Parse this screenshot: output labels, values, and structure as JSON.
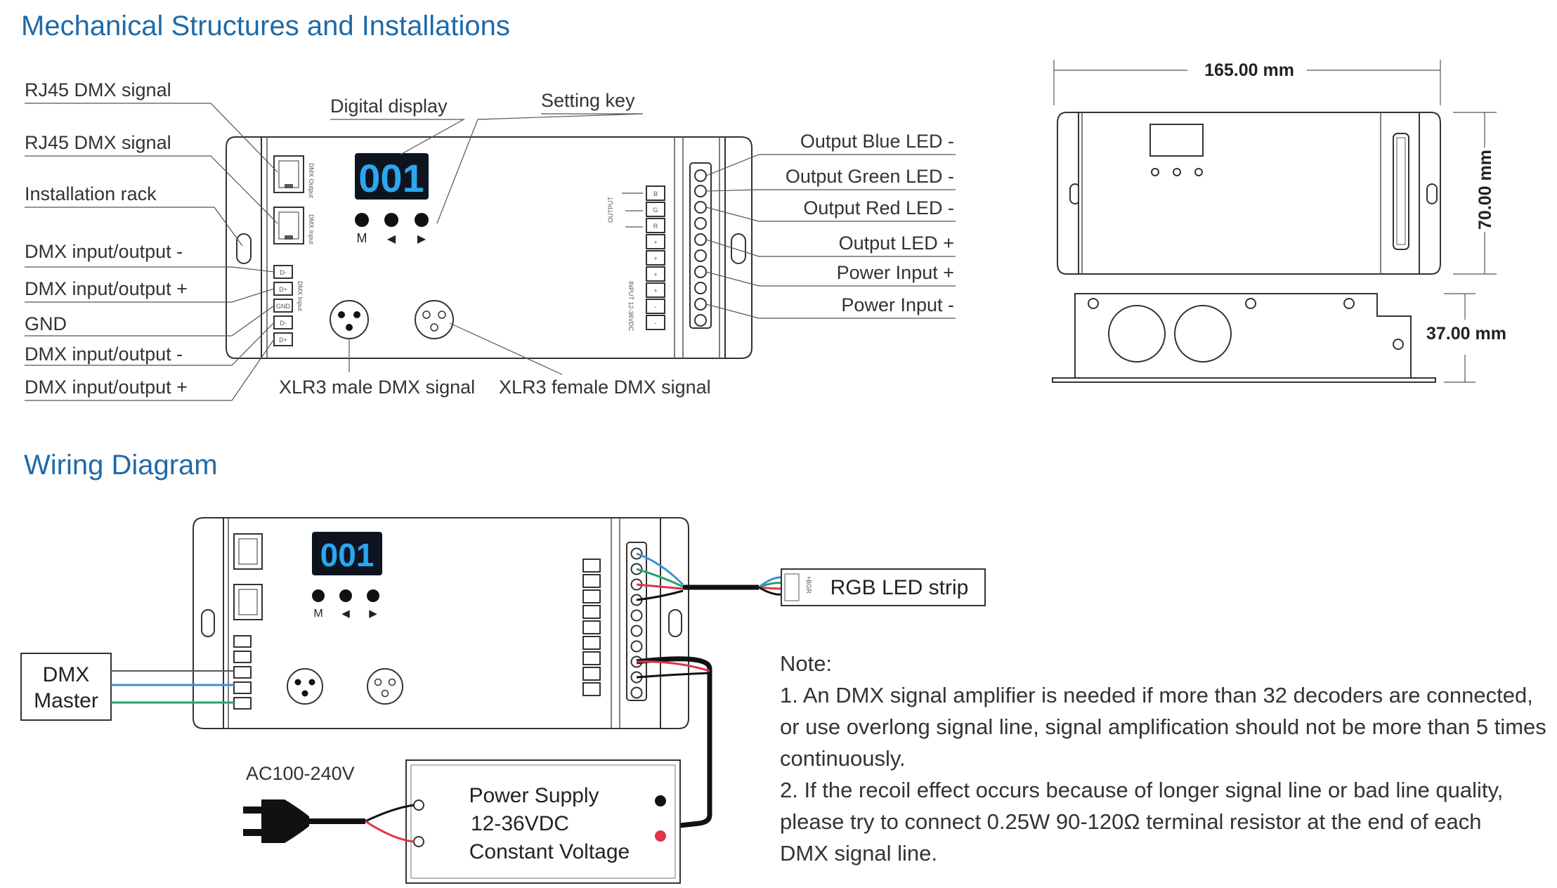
{
  "sections": {
    "mechanical_title": "Mechanical Structures and Installations",
    "wiring_title": "Wiring Diagram"
  },
  "callouts_left": [
    "RJ45 DMX signal",
    "RJ45 DMX signal",
    "Installation rack",
    "DMX input/output -",
    "DMX input/output +",
    "GND",
    "DMX input/output -",
    "DMX input/output +"
  ],
  "callouts_top": {
    "digital_display": "Digital display",
    "setting_key": "Setting key"
  },
  "callouts_right": [
    "Output Blue LED -",
    "Output Green LED -",
    "Output Red LED -",
    "Output LED +",
    "Power Input +",
    "Power Input -"
  ],
  "callouts_bottom": {
    "xlr_male": "XLR3 male DMX signal",
    "xlr_female": "XLR3 female DMX signal"
  },
  "display": {
    "digits": "001",
    "key_labels": [
      "M",
      "◀",
      "▶"
    ]
  },
  "terminal_labels": {
    "output_block": [
      "B",
      "G",
      "R",
      "+"
    ],
    "input_block": [
      "+",
      "+",
      "-",
      "-"
    ],
    "dmx_block": [
      "D-",
      "D+",
      "GND",
      "D-",
      "D+"
    ],
    "output_side_text": "OUTPUT",
    "input_side_text": "INPUT 12-36VDC",
    "dmx_side_text": "DMX Input"
  },
  "dimensions": {
    "length": "165.00 mm",
    "width": "70.00 mm",
    "height": "37.00 mm"
  },
  "wiring": {
    "dmx_master_line1": "DMX",
    "dmx_master_line2": "Master",
    "rgb_strip": "RGB LED strip",
    "rgb_strip_pins": "+BGR",
    "ac_label": "AC100-240V",
    "power_supply_line1": "Power Supply",
    "power_supply_line2": "12-36VDC",
    "power_supply_line3": "Constant Voltage"
  },
  "notes": {
    "heading": "Note:",
    "lines": [
      "1. An DMX signal amplifier is needed if more than 32 decoders are connected,",
      "or use overlong signal line, signal amplification should not be more than 5 times",
      "continuously.",
      "2. If the recoil effect occurs because of longer signal line or bad line quality,",
      "please try to connect 0.25W 90-120Ω terminal resistor at the end of each",
      "DMX signal line."
    ]
  },
  "colors": {
    "title": "#1f6aa8",
    "display_digits": "#2aa7ef",
    "wire_blue": "#3d8fd9",
    "wire_green": "#2aa36b",
    "wire_red": "#e0344a",
    "wire_black": "#111111"
  }
}
